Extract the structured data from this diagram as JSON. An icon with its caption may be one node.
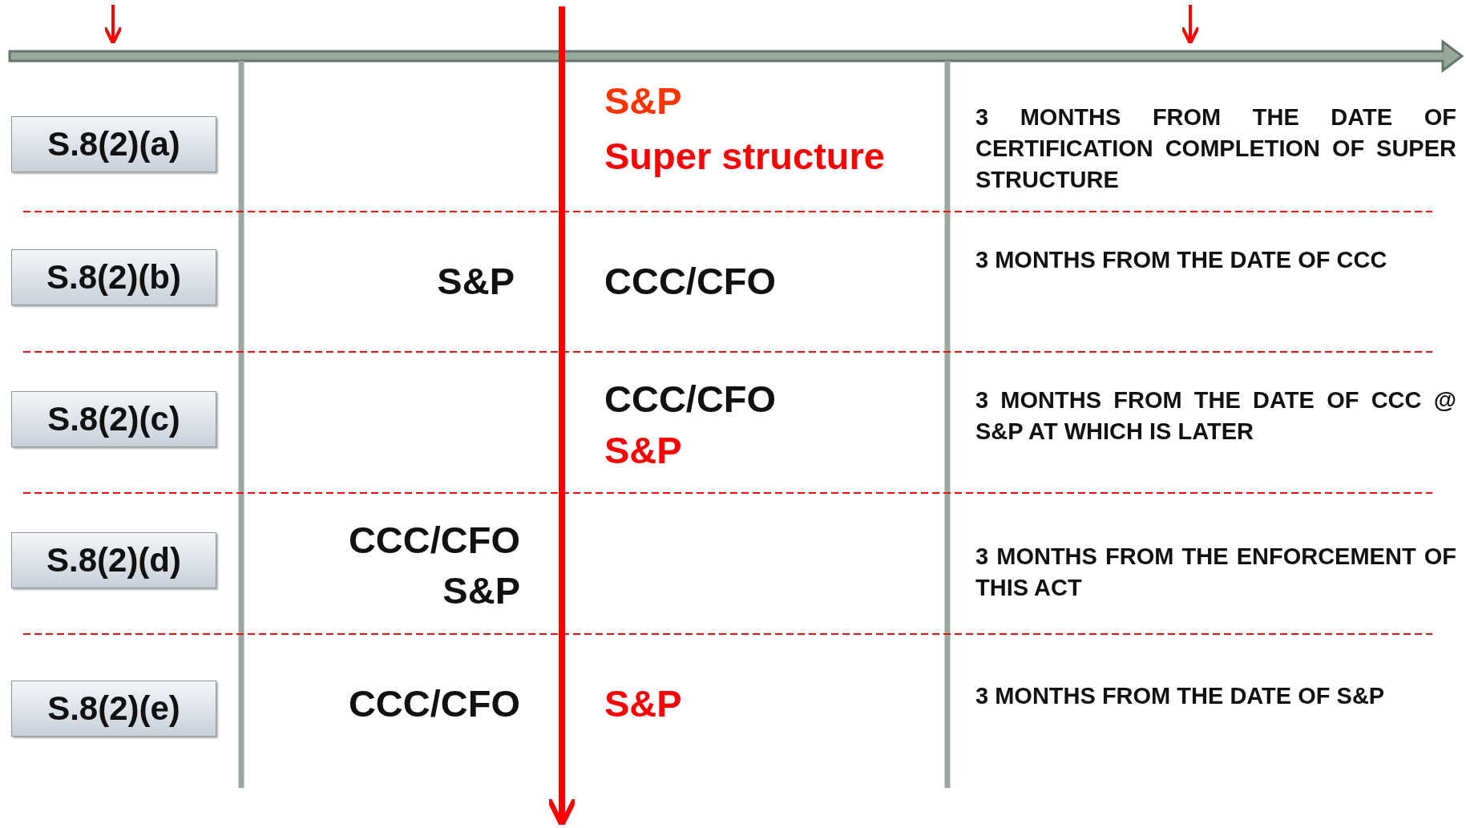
{
  "diagram": {
    "nodes": [
      {
        "text": [
          "S.8(2)(a)"
        ]
      },
      {
        "text": [
          "S.8(2)(b)"
        ]
      },
      {
        "text": [
          "S.8(2)(c)"
        ]
      },
      {
        "text": [
          "S.8(2)(d)"
        ]
      },
      {
        "text": [
          "S.8(2)(e)"
        ]
      }
    ],
    "labels": [
      "S&P",
      "Super structure",
      "3 MONTHS FROM THE DATE OF CERTIFICATION COMPLETION OF SUPER STRUCTURE",
      "S&P",
      "CCC/CFO",
      "3 MONTHS FROM THE DATE OF CCC",
      "CCC/CFO",
      "S&P",
      "3 MONTHS FROM THE DATE OF CCC @ S&P AT WHICH IS LATER",
      "CCC/CFO",
      "S&P",
      "3 MONTHS FROM THE ENFORCEMENT OF THIS ACT",
      "CCC/CFO",
      "S&P",
      "3 MONTHS FROM THE DATE OF S&P"
    ]
  }
}
